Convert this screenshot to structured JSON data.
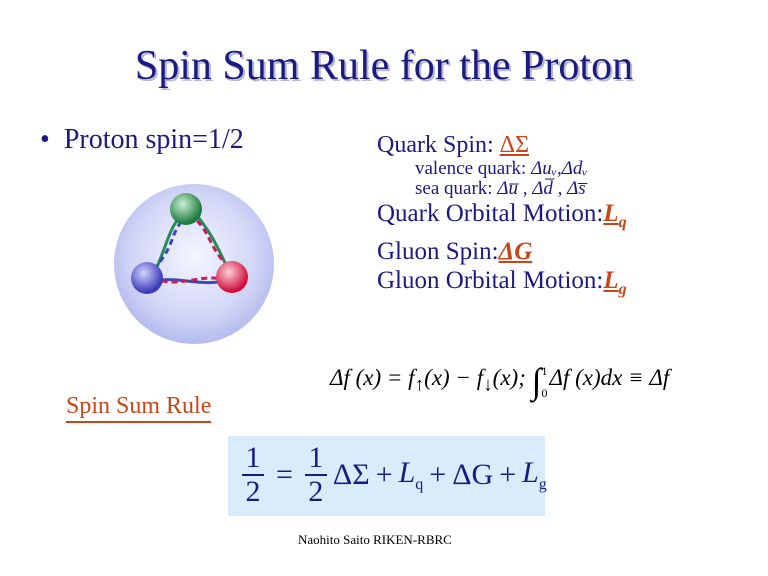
{
  "title": "Spin Sum Rule for the Proton",
  "bullet": {
    "symbol": "•",
    "text": "Proton spin=1/2"
  },
  "quark_spin": {
    "label": "Quark Spin:",
    "symbol": "ΔΣ"
  },
  "valence": {
    "label": "valence quark:",
    "expr": "Δuᵥ,Δdᵥ"
  },
  "sea": {
    "label": "sea quark:",
    "expr": "Δu̅ , Δd̅ , Δs̅"
  },
  "orbital": {
    "label": "Quark Orbital Motion:",
    "sym": "L",
    "sub": "q"
  },
  "gluon_spin": {
    "label": "Gluon Spin:",
    "sym": "ΔG"
  },
  "gluon_orbital": {
    "label": "Gluon Orbital Motion:",
    "sym": "L",
    "sub": "g"
  },
  "definition": {
    "lhs": "Δf (x) = f",
    "up": "↑",
    "mid": "(x) − f",
    "down": "↓",
    "mid2": "(x);",
    "int": "∫",
    "upper": "1",
    "lower": "0",
    "rhs": "Δf (x)dx ≡ Δf"
  },
  "sum_rule_label": "Spin Sum Rule",
  "sum_rule": {
    "one": "1",
    "two": "2",
    "eq": "=",
    "one_b": "1",
    "two_b": "2",
    "term1": "ΔΣ",
    "plus1": "+",
    "Lq": "L",
    "q": "q",
    "plus2": "+",
    "dG": "ΔG",
    "plus3": "+",
    "Lg": "L",
    "g": "g"
  },
  "footer": "Naohito Saito RIKEN-RBRC",
  "colors": {
    "title": "#1a1a80",
    "accent": "#c8461a",
    "box": "#d8ecfc"
  }
}
